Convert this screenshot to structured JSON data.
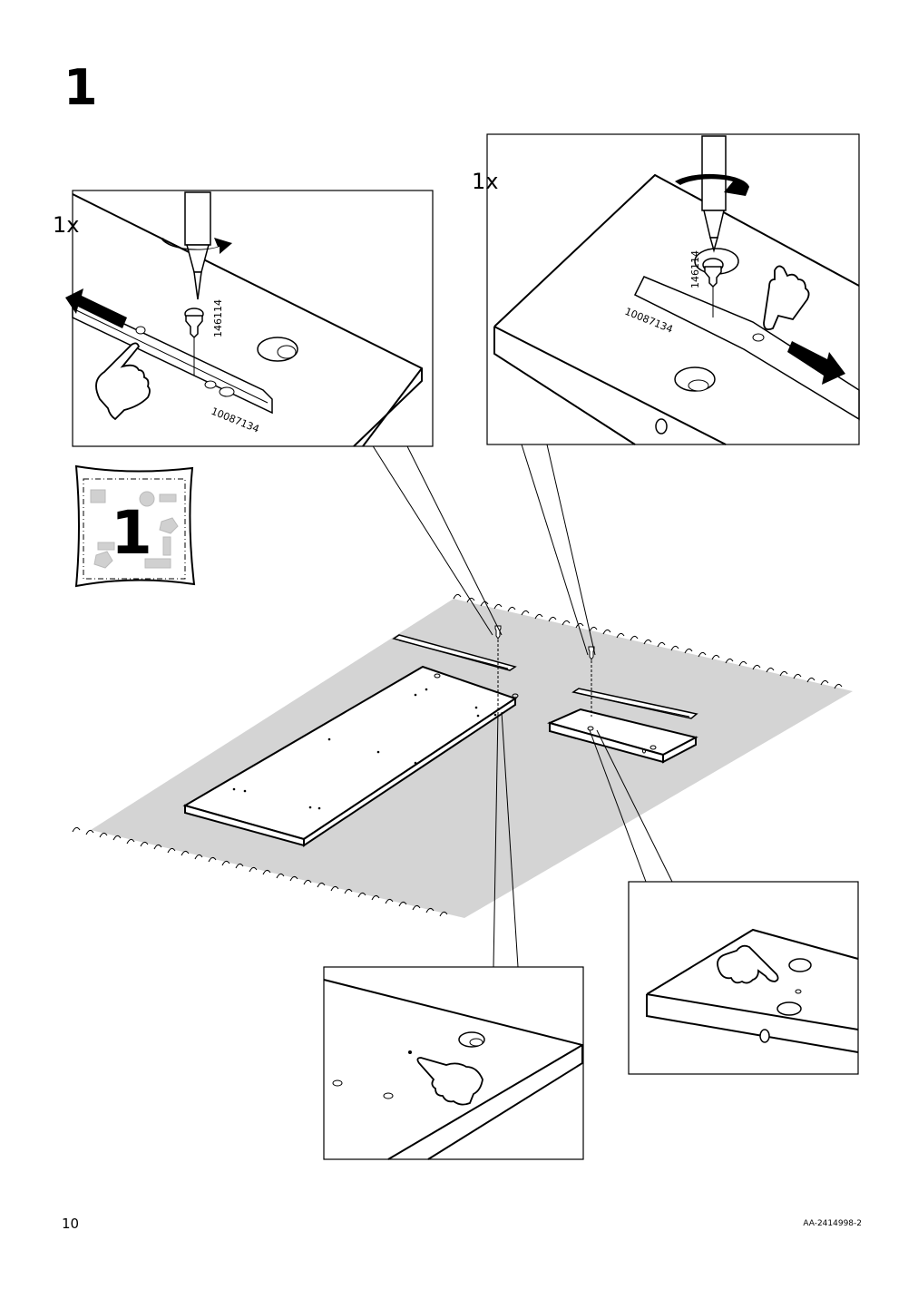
{
  "step": {
    "number": "1"
  },
  "left_callout": {
    "quantity": "1x",
    "screw_part_no": "146114",
    "rail_part_no": "10087134"
  },
  "right_callout": {
    "quantity": "1x",
    "screw_part_no": "146114",
    "rail_part_no": "10087134"
  },
  "hardware_bag": {
    "number": "1"
  },
  "footer": {
    "page_number": "10",
    "doc_code": "AA-2414998-2"
  },
  "icons": [
    "screwdriver-icon",
    "rotation-arrow-icon",
    "slide-arrow-icon",
    "pointing-hand-icon",
    "hardware-bag-icon",
    "screw-icon"
  ]
}
